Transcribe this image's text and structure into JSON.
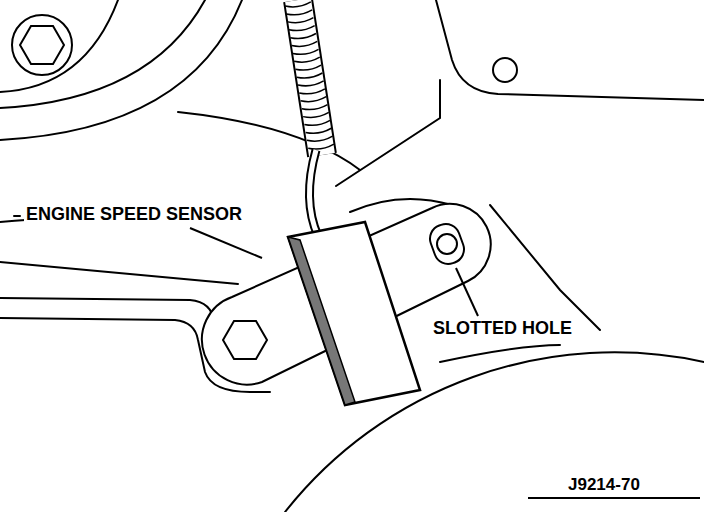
{
  "diagram": {
    "labels": [
      "ENGINE SPEED SENSOR",
      "SLOTTED HOLE",
      "J9214-70"
    ]
  }
}
